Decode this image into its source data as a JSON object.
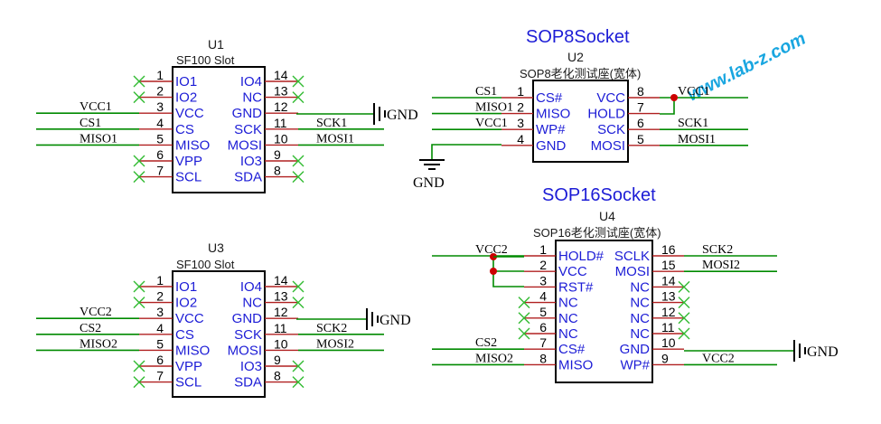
{
  "watermark": "www.lab-z.com",
  "gnd_label": "GND",
  "titles": {
    "sop8": "SOP8Socket",
    "sop16": "SOP16Socket"
  },
  "u1": {
    "ref": "U1",
    "value": "SF100 Slot",
    "left_pins": [
      {
        "num": "1",
        "name": "IO1",
        "net": "",
        "nc": true
      },
      {
        "num": "2",
        "name": "IO2",
        "net": "",
        "nc": true
      },
      {
        "num": "3",
        "name": "VCC",
        "net": "VCC1",
        "nc": false
      },
      {
        "num": "4",
        "name": "CS",
        "net": "CS1",
        "nc": false
      },
      {
        "num": "5",
        "name": "MISO",
        "net": "MISO1",
        "nc": false
      },
      {
        "num": "6",
        "name": "VPP",
        "net": "",
        "nc": true
      },
      {
        "num": "7",
        "name": "SCL",
        "net": "",
        "nc": true
      }
    ],
    "right_pins": [
      {
        "num": "14",
        "name": "IO4",
        "net": "",
        "nc": true
      },
      {
        "num": "13",
        "name": "NC",
        "net": "",
        "nc": true
      },
      {
        "num": "12",
        "name": "GND",
        "net": "",
        "nc": false
      },
      {
        "num": "11",
        "name": "SCK",
        "net": "SCK1",
        "nc": false
      },
      {
        "num": "10",
        "name": "MOSI",
        "net": "MOSI1",
        "nc": false
      },
      {
        "num": "9",
        "name": "IO3",
        "net": "",
        "nc": true
      },
      {
        "num": "8",
        "name": "SDA",
        "net": "",
        "nc": true
      }
    ]
  },
  "u3": {
    "ref": "U3",
    "value": "SF100 Slot",
    "left_pins": [
      {
        "num": "1",
        "name": "IO1",
        "net": "",
        "nc": true
      },
      {
        "num": "2",
        "name": "IO2",
        "net": "",
        "nc": true
      },
      {
        "num": "3",
        "name": "VCC",
        "net": "VCC2",
        "nc": false
      },
      {
        "num": "4",
        "name": "CS",
        "net": "CS2",
        "nc": false
      },
      {
        "num": "5",
        "name": "MISO",
        "net": "MISO2",
        "nc": false
      },
      {
        "num": "6",
        "name": "VPP",
        "net": "",
        "nc": true
      },
      {
        "num": "7",
        "name": "SCL",
        "net": "",
        "nc": true
      }
    ],
    "right_pins": [
      {
        "num": "14",
        "name": "IO4",
        "net": "",
        "nc": true
      },
      {
        "num": "13",
        "name": "NC",
        "net": "",
        "nc": true
      },
      {
        "num": "12",
        "name": "GND",
        "net": "",
        "nc": false
      },
      {
        "num": "11",
        "name": "SCK",
        "net": "SCK2",
        "nc": false
      },
      {
        "num": "10",
        "name": "MOSI",
        "net": "MOSI2",
        "nc": false
      },
      {
        "num": "9",
        "name": "IO3",
        "net": "",
        "nc": true
      },
      {
        "num": "8",
        "name": "SDA",
        "net": "",
        "nc": true
      }
    ]
  },
  "u2": {
    "ref": "U2",
    "value": "SOP8老化测试座(宽体)",
    "left_pins": [
      {
        "num": "1",
        "name": "CS#",
        "net": "CS1"
      },
      {
        "num": "2",
        "name": "MISO",
        "net": "MISO1"
      },
      {
        "num": "3",
        "name": "WP#",
        "net": "VCC1"
      },
      {
        "num": "4",
        "name": "GND",
        "net": ""
      }
    ],
    "right_pins": [
      {
        "num": "8",
        "name": "VCC",
        "net": "VCC1"
      },
      {
        "num": "7",
        "name": "HOLD",
        "net": ""
      },
      {
        "num": "6",
        "name": "SCK",
        "net": "SCK1"
      },
      {
        "num": "5",
        "name": "MOSI",
        "net": "MOSI1"
      }
    ]
  },
  "u4": {
    "ref": "U4",
    "value": "SOP16老化测试座(宽体)",
    "left_pins": [
      {
        "num": "1",
        "name": "HOLD#",
        "net": "VCC2",
        "nc": false
      },
      {
        "num": "2",
        "name": "VCC",
        "net": "",
        "nc": false
      },
      {
        "num": "3",
        "name": "RST#",
        "net": "",
        "nc": false
      },
      {
        "num": "4",
        "name": "NC",
        "net": "",
        "nc": true
      },
      {
        "num": "5",
        "name": "NC",
        "net": "",
        "nc": true
      },
      {
        "num": "6",
        "name": "NC",
        "net": "",
        "nc": true
      },
      {
        "num": "7",
        "name": "CS#",
        "net": "CS2",
        "nc": false
      },
      {
        "num": "8",
        "name": "MISO",
        "net": "MISO2",
        "nc": false
      }
    ],
    "right_pins": [
      {
        "num": "16",
        "name": "SCLK",
        "net": "SCK2",
        "nc": false
      },
      {
        "num": "15",
        "name": "MOSI",
        "net": "MOSI2",
        "nc": false
      },
      {
        "num": "14",
        "name": "NC",
        "net": "",
        "nc": true
      },
      {
        "num": "13",
        "name": "NC",
        "net": "",
        "nc": true
      },
      {
        "num": "12",
        "name": "NC",
        "net": "",
        "nc": true
      },
      {
        "num": "11",
        "name": "NC",
        "net": "",
        "nc": true
      },
      {
        "num": "10",
        "name": "GND",
        "net": "",
        "nc": false
      },
      {
        "num": "9",
        "name": "WP#",
        "net": "VCC2",
        "nc": false
      }
    ]
  }
}
